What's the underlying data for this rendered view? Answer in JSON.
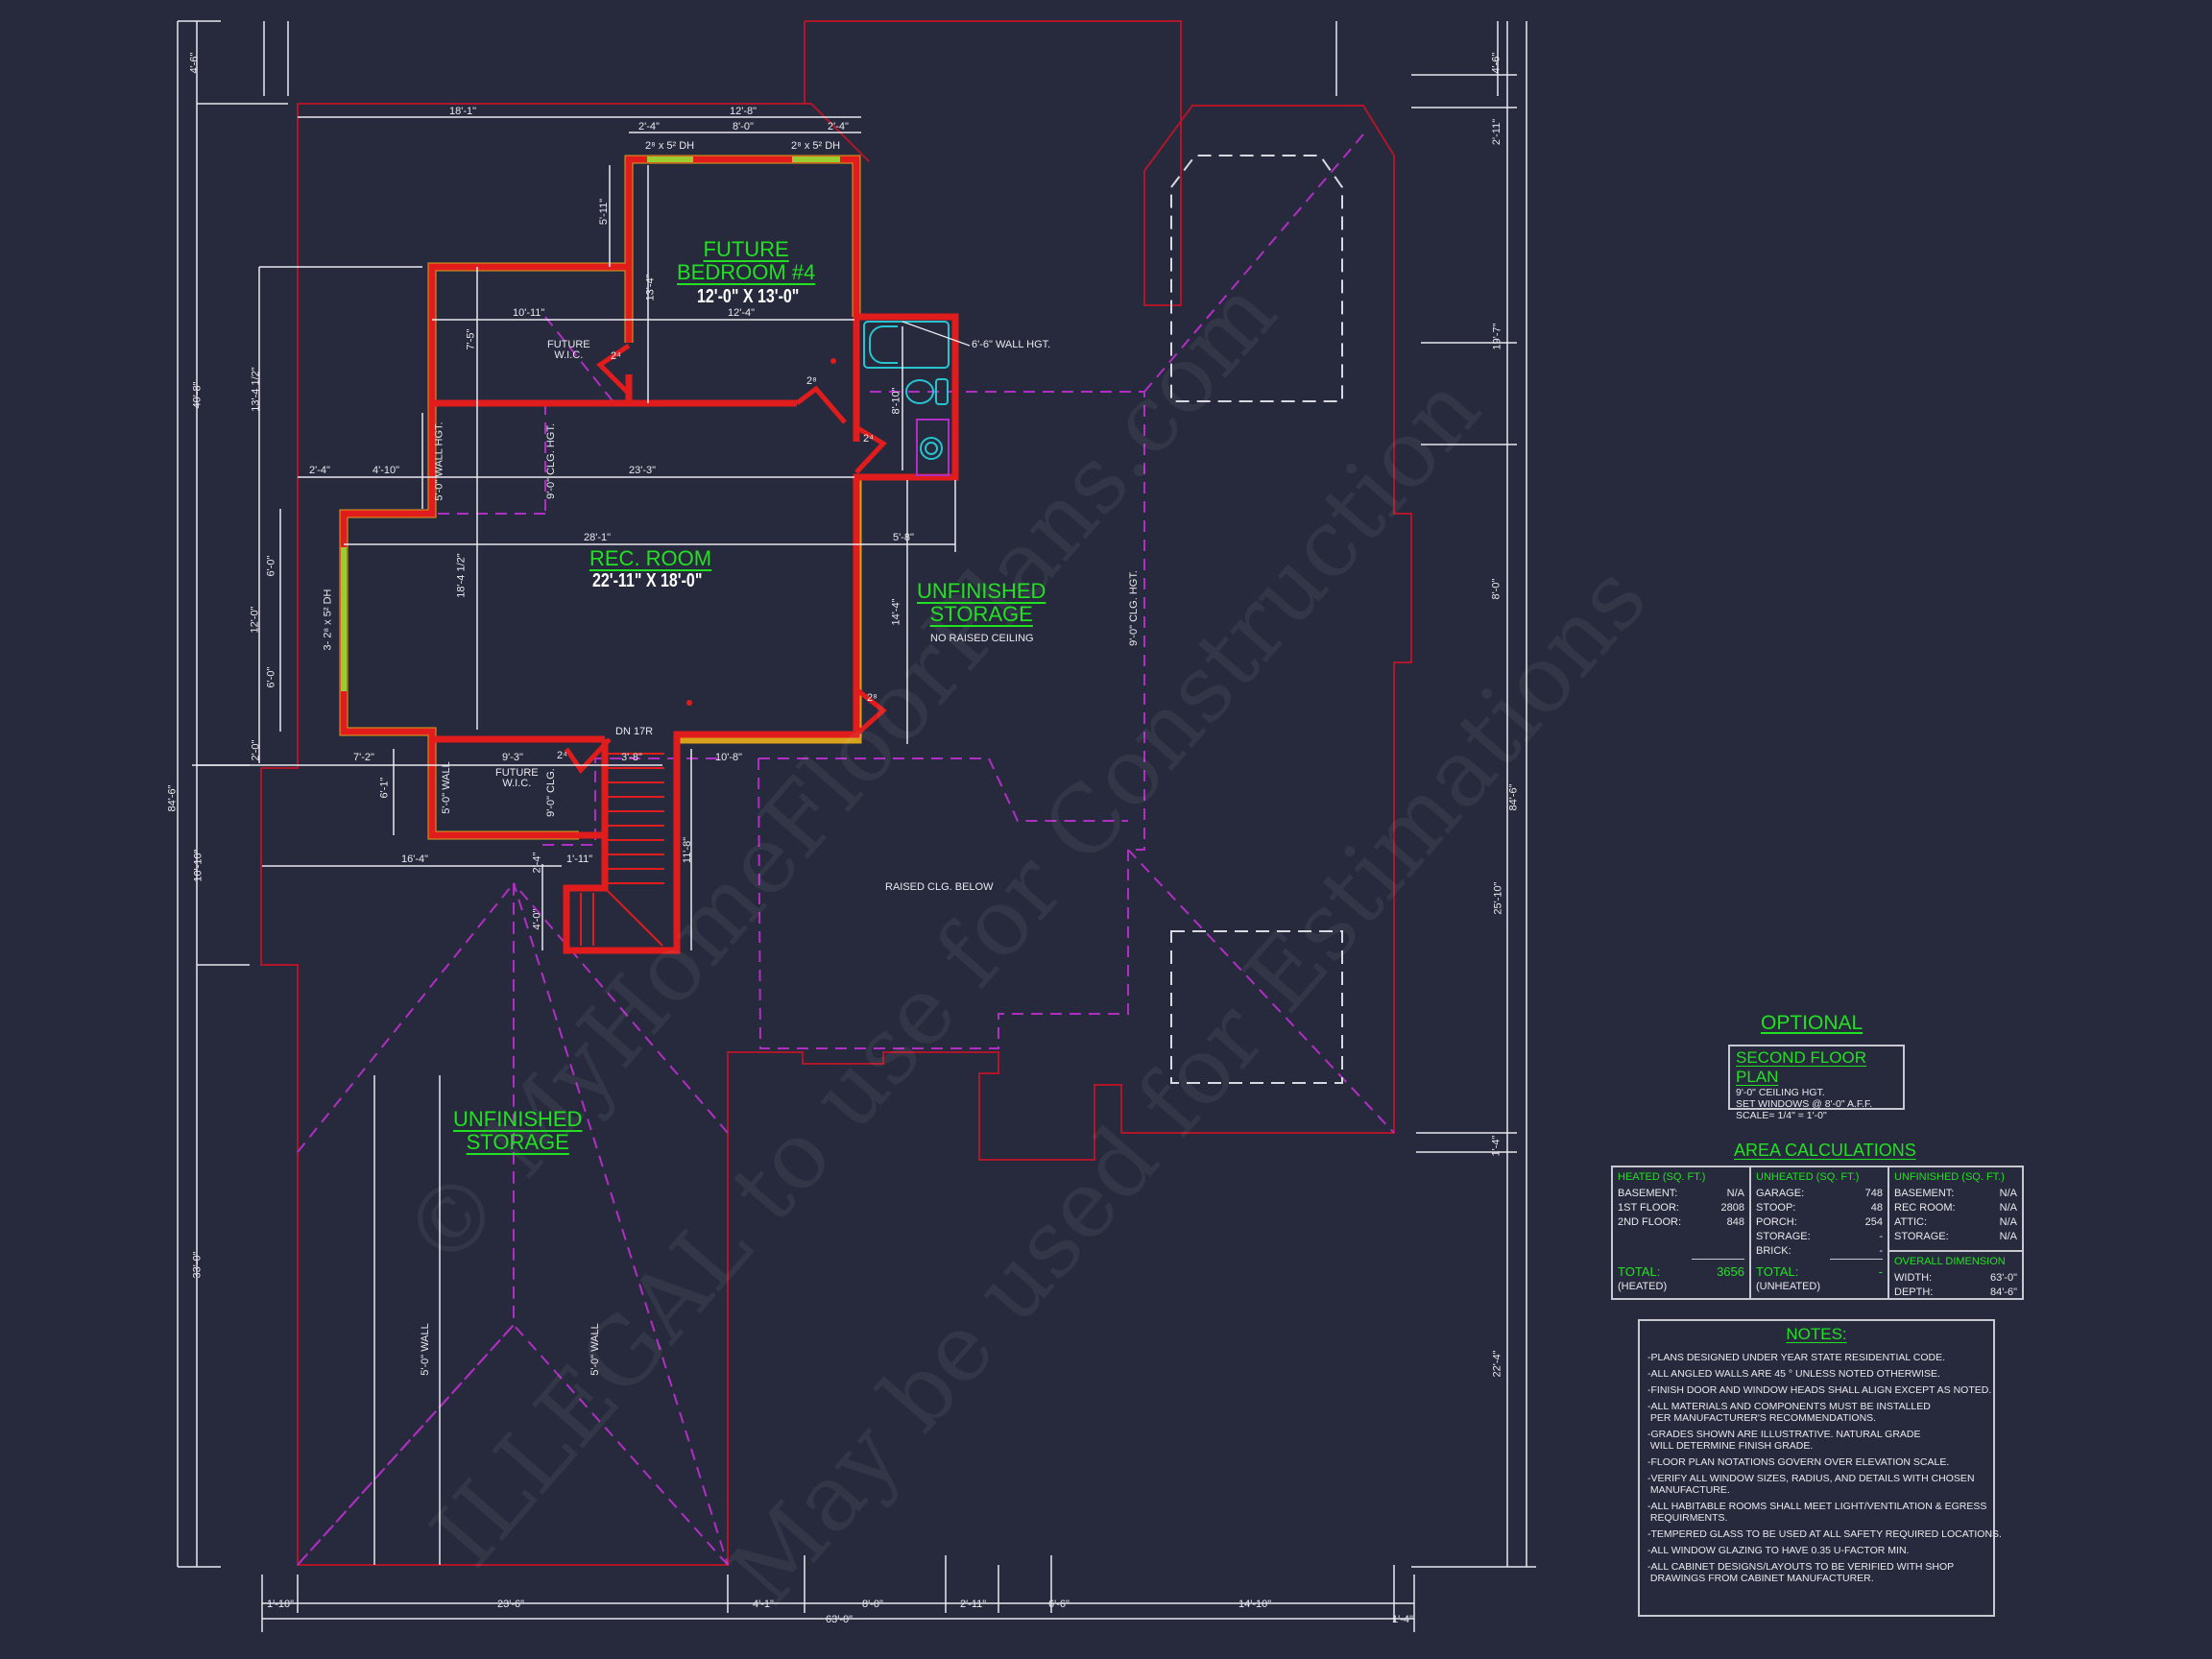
{
  "colors": {
    "background": "#272a3c",
    "wall": "#e01c1c",
    "wall_inner_edge": "#d9a21b",
    "outline": "#b0162a",
    "ceiling_dashed": "#b02ec4",
    "dimension": "#e8e8ee",
    "room_label": "#22e022",
    "fixture": "#27c4d0",
    "window": "#9acd32"
  },
  "rooms": {
    "bedroom": {
      "name_line1": "FUTURE",
      "name_line2": "BEDROOM #4",
      "size": "12'-0\" X 13'-0\""
    },
    "rec_room": {
      "name": "REC. ROOM",
      "size": "22'-11\" X 18'-0\""
    },
    "storage_right": {
      "name_line1": "UNFINISHED",
      "name_line2": "STORAGE",
      "note": "NO RAISED CEILING"
    },
    "storage_left": {
      "name_line1": "UNFINISHED",
      "name_line2": "STORAGE"
    },
    "wic_upper": {
      "line1": "FUTURE",
      "line2": "W.I.C."
    },
    "wic_lower": {
      "line1": "FUTURE",
      "line2": "W.I.C."
    }
  },
  "annotations": {
    "window_top_left": "2⁸ x 5² DH",
    "window_top_right": "2⁸ x 5² DH",
    "window_left": "3- 2⁸ x 5² DH",
    "bath_wall_hgt": "6'-6\" WALL HGT.",
    "wall_hgt_left": "5'-0\" WALL HGT.",
    "clg_hgt_left": "9'-0\" CLG. HGT.",
    "clg_hgt_right": "9'-0\" CLG. HGT.",
    "stairs": "DN 17R",
    "wall_lower_wic": "5'-0\" WALL",
    "clg_lower_wic": "9'-0\" CLG.",
    "raised_clg": "RAISED CLG. BELOW",
    "wall_storage_left": "5'-0\" WALL",
    "wall_storage_right": "5'-0\" WALL",
    "door_swings": [
      "2⁴",
      "2⁸",
      "2⁴",
      "2⁸",
      "2⁴"
    ],
    "smoke_detector": "SD"
  },
  "dimensions": {
    "top": {
      "d18_1": "18'-1\"",
      "d12_8": "12'-8\"",
      "d2_4a": "2'-4\"",
      "d8_0": "8'-0\"",
      "d2_4b": "2'-4\""
    },
    "interior": {
      "d5_11": "5'-11\"",
      "d13_4": "13'-4\"",
      "d10_11": "10'-11\"",
      "d12_4": "12'-4\"",
      "d7_5": "7'-5\"",
      "d8_10": "8'-10\"",
      "d2_4": "2'-4\"",
      "d4_10": "4'-10\"",
      "d23_3": "23'-3\"",
      "d28_1": "28'-1\"",
      "d5_8": "5'-8\"",
      "d18_4h": "18'-4 1/2\"",
      "d14_4": "14'-4\"",
      "d6_0a": "6'-0\"",
      "d6_0b": "6'-0\"",
      "d12_0": "12'-0\"",
      "d13_4h": "13'-4 1/2\"",
      "d2_0": "2'-0\"",
      "d7_2": "7'-2\"",
      "d9_3": "9'-3\"",
      "d3_8": "3'-8\"",
      "d10_8": "10'-8\"",
      "d6_1": "6'-1\"",
      "d16_4": "16'-4\"",
      "d1_11": "1'-11\"",
      "d2_4v": "2'-4\"",
      "d4_0": "4'-0\"",
      "d11_8": "11'-8\""
    },
    "left": {
      "d4_6": "4'-6\"",
      "d40_8": "40'-8\"",
      "d10_10": "10'-10\"",
      "d33_0": "33'-0\"",
      "d84_6": "84'-6\""
    },
    "right": {
      "d4_6": "4'-6\"",
      "d2_11": "2'-11\"",
      "d19_7": "19'-7\"",
      "d8_0": "8'-0\"",
      "d25_10": "25'-10\"",
      "d1_4": "1'-4\"",
      "d22_4": "22'-4\"",
      "d84_6": "84'-6\""
    },
    "bottom": {
      "d1_10": "1'-10\"",
      "d23_6": "23'-6\"",
      "d4_1": "4'-1\"",
      "d8_0": "8'-0\"",
      "d2_11": "2'-11\"",
      "d6_6": "6'-6\"",
      "d14_10": "14'-10\"",
      "d1_4": "1'-4\"",
      "d63_0": "63'-0\""
    }
  },
  "title_block": {
    "optional": "OPTIONAL",
    "plan_title": "SECOND FLOOR PLAN",
    "lines": [
      "9'-0\" CEILING HGT.",
      "SET WINDOWS @ 8'-0\" A.F.F.",
      "SCALE= 1/4\" = 1'-0\""
    ]
  },
  "area_calculations": {
    "title": "AREA CALCULATIONS",
    "heated": {
      "header": "HEATED (SQ. FT.)",
      "rows": [
        {
          "label": "BASEMENT:",
          "value": "N/A"
        },
        {
          "label": "1ST FLOOR:",
          "value": "2808"
        },
        {
          "label": "2ND FLOOR:",
          "value": "848"
        }
      ],
      "total_label": "TOTAL:",
      "total_value": "3656",
      "total_sub": "(HEATED)"
    },
    "unheated": {
      "header": "UNHEATED (SQ. FT.)",
      "rows": [
        {
          "label": "GARAGE:",
          "value": "748"
        },
        {
          "label": "STOOP:",
          "value": "48"
        },
        {
          "label": "PORCH:",
          "value": "254"
        },
        {
          "label": "STORAGE:",
          "value": "-"
        },
        {
          "label": "BRICK:",
          "value": "-"
        }
      ],
      "total_label": "TOTAL:",
      "total_value": "-",
      "total_sub": "(UNHEATED)"
    },
    "unfinished": {
      "header": "UNFINISHED (SQ. FT.)",
      "rows": [
        {
          "label": "BASEMENT:",
          "value": "N/A"
        },
        {
          "label": "REC ROOM:",
          "value": "N/A"
        },
        {
          "label": "ATTIC:",
          "value": "N/A"
        },
        {
          "label": "STORAGE:",
          "value": "N/A"
        }
      ]
    },
    "overall": {
      "header": "OVERALL DIMENSION",
      "rows": [
        {
          "label": "WIDTH:",
          "value": "63'-0\""
        },
        {
          "label": "DEPTH:",
          "value": "84'-6\""
        }
      ]
    }
  },
  "notes": {
    "title": "NOTES:",
    "items": [
      "-PLANS DESIGNED UNDER YEAR STATE RESIDENTIAL CODE.",
      "-ALL ANGLED WALLS ARE 45 ° UNLESS NOTED OTHERWISE.",
      "-FINISH DOOR AND WINDOW HEADS SHALL ALIGN EXCEPT AS NOTED.",
      "-ALL MATERIALS AND COMPONENTS MUST BE INSTALLED\n PER MANUFACTURER'S RECOMMENDATIONS.",
      "-GRADES SHOWN ARE ILLUSTRATIVE. NATURAL GRADE\n WILL DETERMINE FINISH GRADE.",
      "-FLOOR PLAN NOTATIONS GOVERN OVER ELEVATION SCALE.",
      "-VERIFY ALL WINDOW SIZES, RADIUS, AND DETAILS WITH CHOSEN\n MANUFACTURE.",
      "-ALL HABITABLE ROOMS SHALL MEET LIGHT/VENTILATION & EGRESS\n REQUIRMENTS.",
      "-TEMPERED GLASS TO BE USED AT ALL SAFETY REQUIRED LOCATIONS.",
      "-ALL WINDOW GLAZING TO HAVE 0.35 U-FACTOR MIN.",
      "-ALL CABINET DESIGNS/LAYOUTS TO BE VERIFIED WITH SHOP\n DRAWINGS FROM CABINET MANUFACTURER."
    ]
  },
  "watermark": {
    "line1": "© MyHomeFloorPlans.com",
    "line2": "ILLEGAL to use for Construction",
    "line3": "May be used for Estimations"
  }
}
